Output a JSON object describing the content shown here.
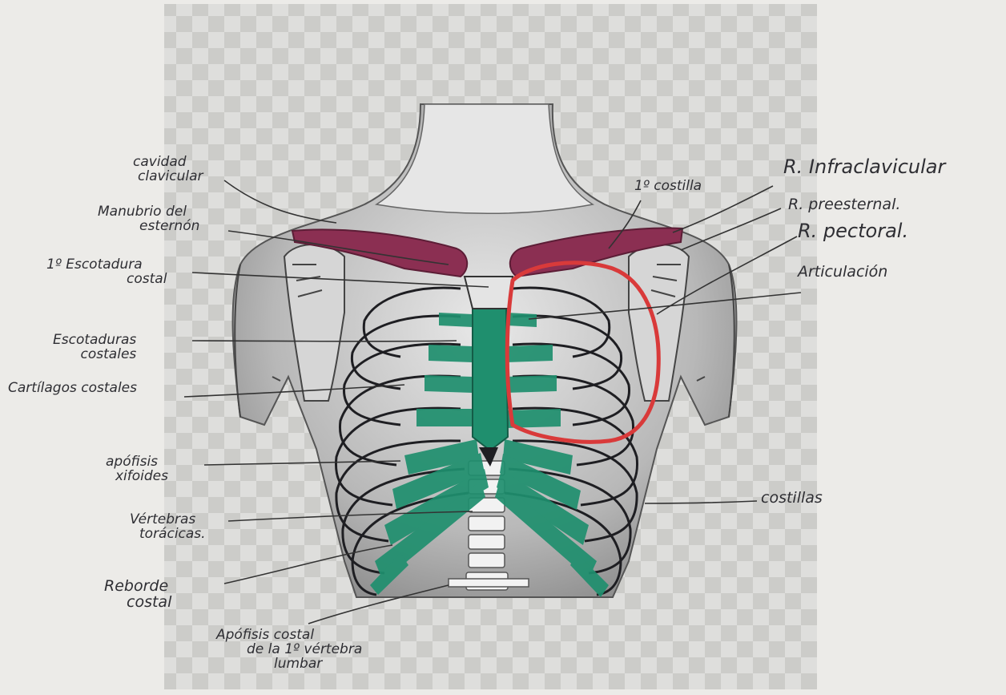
{
  "labels": {
    "cavidad_clavicular": [
      "cavidad",
      "clavicular"
    ],
    "manubrio": [
      "Manubrio del",
      "esternón"
    ],
    "escotadura_costal_1": [
      "1º Escotadura",
      "costal"
    ],
    "escotaduras_costales": [
      "Escotaduras",
      "costales"
    ],
    "cartilagos_costales": "Cartílagos costales",
    "apofisis_xifoides": [
      "apófisis",
      "xifoides"
    ],
    "vertebras_toracicas": [
      "Vértebras",
      "torácicas."
    ],
    "reborde_costal": [
      "Reborde",
      "costal"
    ],
    "apofisis_costal_lumbar": [
      "Apófisis costal",
      "de la 1º vértebra",
      "lumbar"
    ],
    "primera_costilla": "1º costilla",
    "region_infraclavicular": "R. Infraclavicular",
    "region_preesternal": "R. preesternal.",
    "region_pectoral": "R. pectoral.",
    "articulacion": "Articulación",
    "costillas": "costillas"
  },
  "colors": {
    "paper": "#ecebe8",
    "checker_light": "#d9d9d7",
    "checker_dark": "#c3c3c1",
    "clavicle_highlight": "#8b2f52",
    "cartilage_highlight": "#1f8f6e",
    "pectoral_region_outline": "#d93a3a",
    "ink": "#2e2e33",
    "body_shading": "#9a9a9a"
  }
}
